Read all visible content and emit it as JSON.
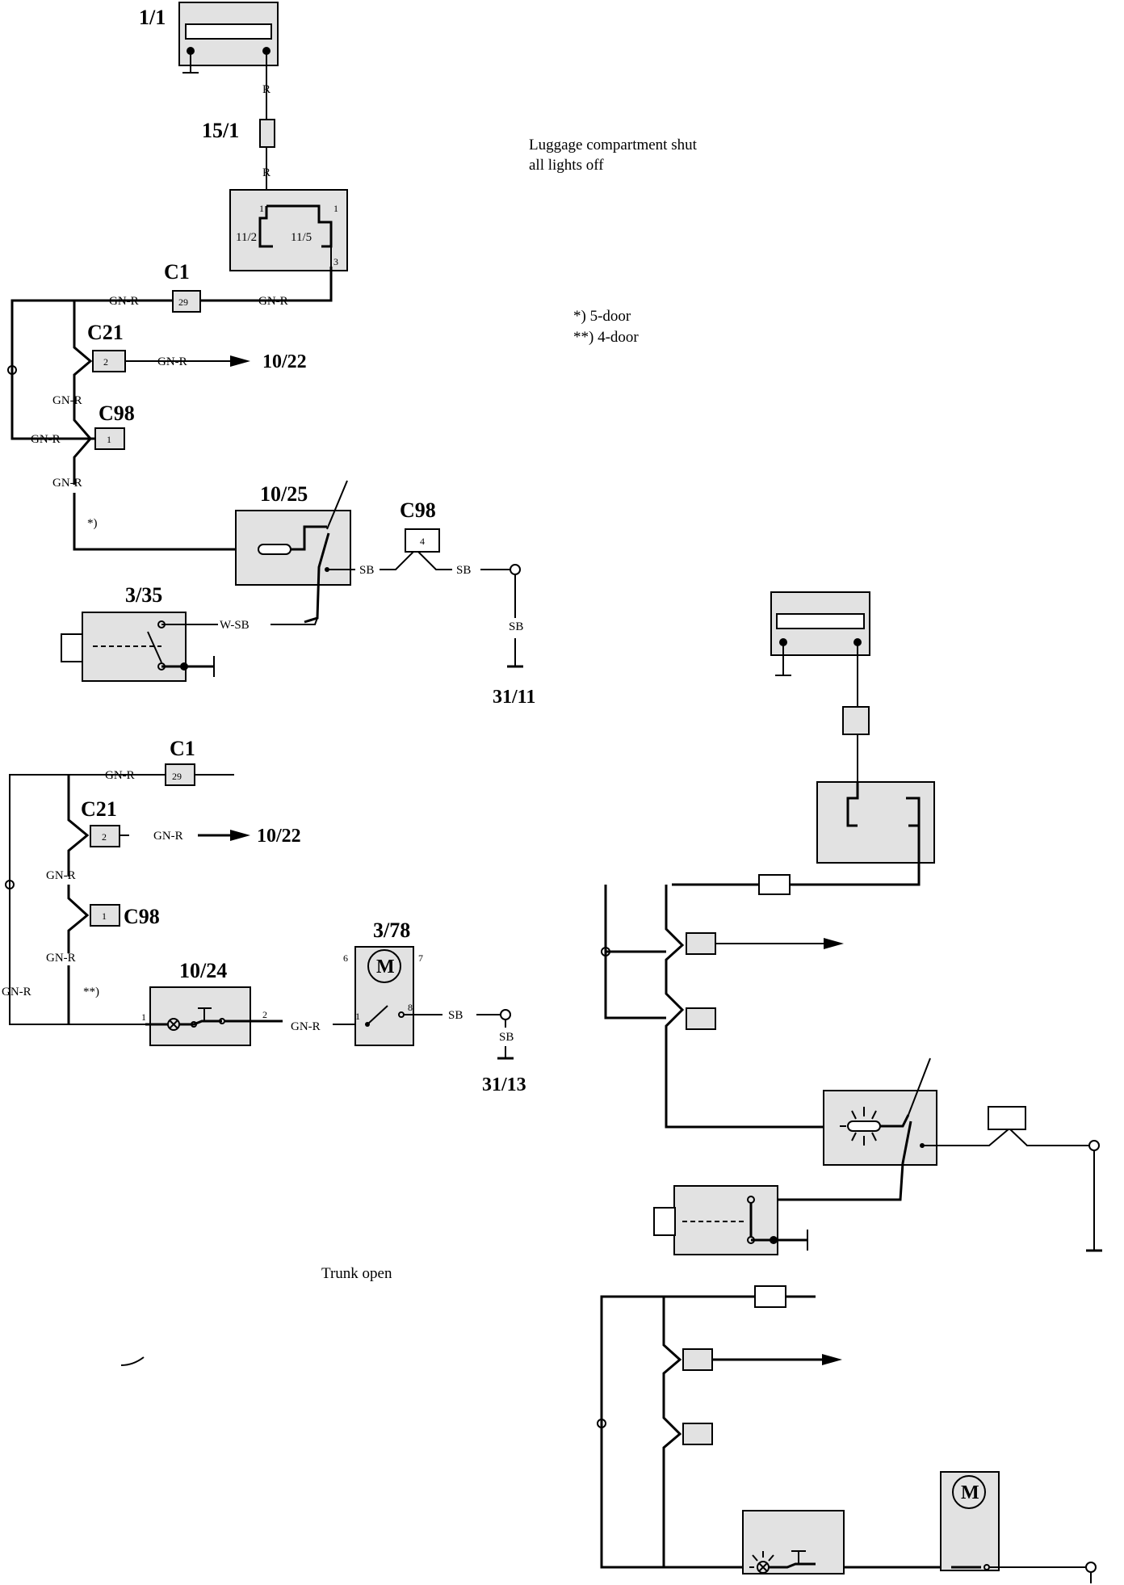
{
  "notes": {
    "state_shut": "Luggage compartment shut",
    "state_shut_2": "all lights off",
    "state_open": "Trunk open",
    "footnote_5door": "*) 5-door",
    "footnote_4door": "**) 4-door",
    "mark_5door": "*)",
    "mark_4door": "**)"
  },
  "components": {
    "battery": "1/1",
    "fuse": "15/1",
    "lamp_5door": "10/25",
    "lamp_4door": "10/24",
    "switch_5door": "3/35",
    "motor": "3/78",
    "relay_pin_a": "11/2",
    "relay_pin_b": "11/5",
    "arrow_target": "10/22",
    "ground_1": "31/11",
    "ground_2": "31/13",
    "motor_symbol": "M"
  },
  "connectors": {
    "c1": "C1",
    "c1_pin": "29",
    "c21": "C21",
    "c21_pin": "2",
    "c98": "C98",
    "c98_pin_a": "1",
    "c98_pin_b": "4"
  },
  "wire_colors": {
    "red": "R",
    "green_red": "GN-R",
    "white_black": "W-SB",
    "black": "SB"
  },
  "pins": {
    "p1": "1",
    "p2": "2",
    "p3": "3",
    "p6": "6",
    "p7": "7",
    "p8": "8"
  }
}
